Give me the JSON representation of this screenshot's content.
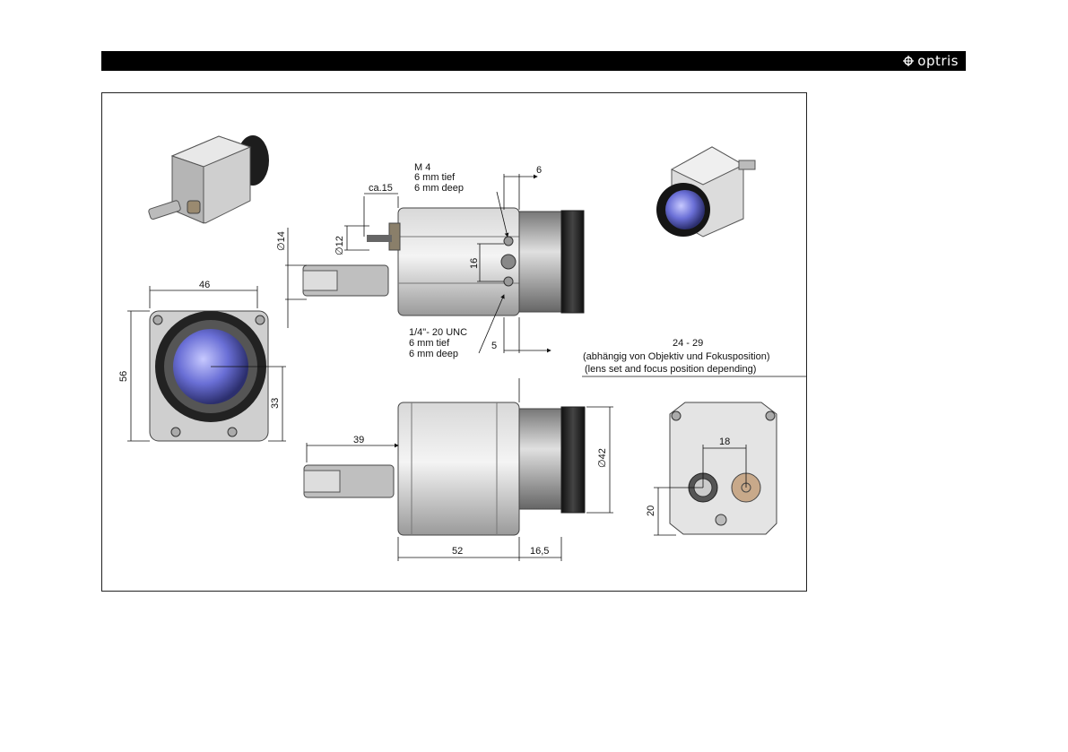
{
  "brand": {
    "name": "optris"
  },
  "dims": {
    "m4": "M 4",
    "tief1": "6 mm tief",
    "deep1": "6 mm deep",
    "d6": "6",
    "ca15": "ca.15",
    "d14": "∅14",
    "d12": "∅12",
    "d16": "16",
    "unc": "1/4\"- 20 UNC",
    "tief2": "6 mm tief",
    "deep2": "6 mm deep",
    "d5": "5",
    "range": "24 - 29",
    "range_de": "(abhängig von Objektiv und Fokusposition)",
    "range_en": "(lens set and focus position depending)",
    "d46": "46",
    "d56": "56",
    "d33": "33",
    "d39": "39",
    "d42": "∅42",
    "d52": "52",
    "d165": "16,5",
    "d18": "18",
    "d20": "20"
  }
}
